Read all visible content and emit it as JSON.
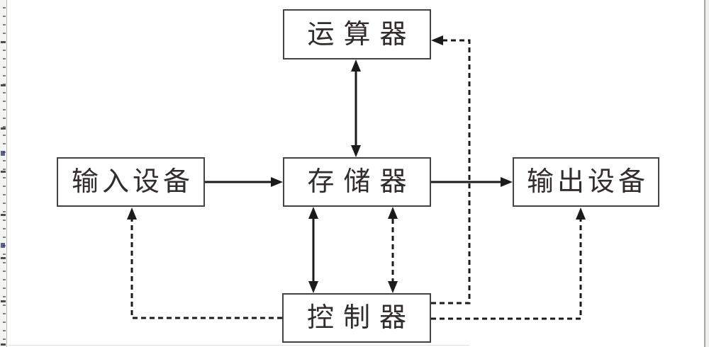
{
  "diagram": {
    "type": "block-diagram",
    "nodes": [
      {
        "id": "alu",
        "label": "运算器"
      },
      {
        "id": "input-device",
        "label": "输入设备"
      },
      {
        "id": "memory",
        "label": "存储器"
      },
      {
        "id": "output-device",
        "label": "输出设备"
      },
      {
        "id": "controller",
        "label": "控制器"
      }
    ],
    "edges": [
      {
        "from": "input-device",
        "to": "memory",
        "style": "solid",
        "bidirectional": false
      },
      {
        "from": "memory",
        "to": "output-device",
        "style": "solid",
        "bidirectional": false
      },
      {
        "from": "alu",
        "to": "memory",
        "style": "solid",
        "bidirectional": true
      },
      {
        "from": "memory",
        "to": "controller",
        "style": "solid",
        "bidirectional": true
      },
      {
        "from": "memory",
        "to": "controller",
        "style": "dashed",
        "bidirectional": true
      },
      {
        "from": "controller",
        "to": "alu",
        "style": "dashed",
        "bidirectional": false
      },
      {
        "from": "controller",
        "to": "input-device",
        "style": "dashed",
        "bidirectional": false
      },
      {
        "from": "controller",
        "to": "output-device",
        "style": "dashed",
        "bidirectional": false
      }
    ],
    "colors": {
      "wire": "#1b1b1b",
      "box_border": "#434343",
      "text": "#322d2d",
      "canvas": "#ffffff",
      "ruler_bg": "#f4f4f2"
    }
  }
}
